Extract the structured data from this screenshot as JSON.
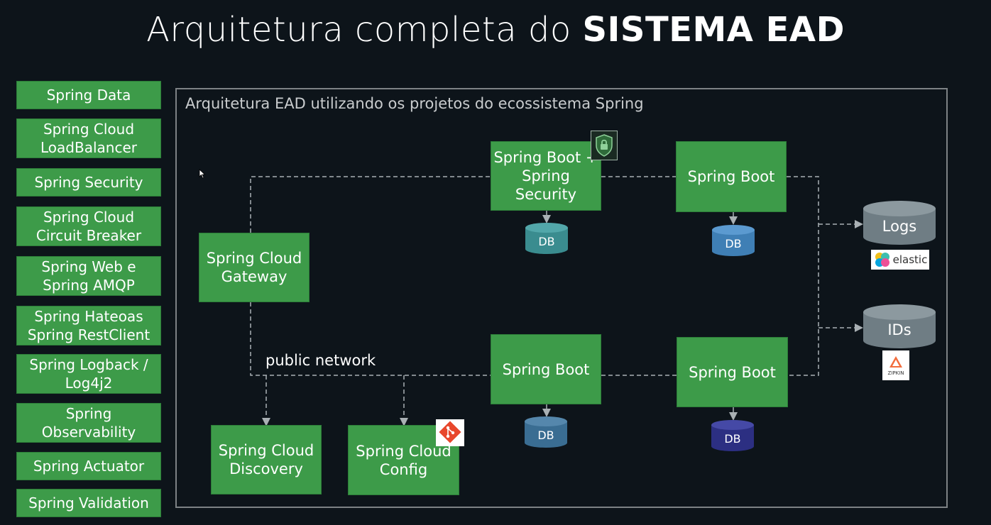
{
  "title": {
    "regular": "Arquitetura completa do ",
    "bold": "SISTEMA EAD"
  },
  "sidebar": {
    "items": [
      {
        "label": "Spring Data"
      },
      {
        "label": "Spring Cloud LoadBalancer"
      },
      {
        "label": "Spring Security"
      },
      {
        "label": "Spring Cloud Circuit Breaker"
      },
      {
        "label": "Spring Web e Spring AMQP"
      },
      {
        "label": "Spring Hateoas Spring RestClient"
      },
      {
        "label": "Spring Logback / Log4j2"
      },
      {
        "label": "Spring Observability"
      },
      {
        "label": "Spring Actuator"
      },
      {
        "label": "Spring Validation"
      }
    ]
  },
  "diagram": {
    "frame_title": "Arquitetura EAD utilizando os projetos do ecossistema Spring",
    "gateway": "Spring Cloud Gateway",
    "auth_service": "Spring Boot + Spring Security",
    "service_top_right": "Spring Boot",
    "service_bottom_mid": "Spring Boot",
    "service_bottom_right": "Spring Boot",
    "discovery": "Spring Cloud Discovery",
    "config": "Spring Cloud Config",
    "network_label": "public network",
    "db_label": "DB",
    "logs_label": "Logs",
    "ids_label": "IDs",
    "elastic_label": "elastic",
    "zipkin_label": "ZIPKIN"
  },
  "colors": {
    "background": "#0d141a",
    "node_green": "#3d9b49",
    "db_teal": "#3a8c8f",
    "db_blue": "#3f7fb5",
    "db_steelblue": "#3a6d92",
    "db_navy": "#2c2f82",
    "store_gray": "#6f7d84"
  }
}
